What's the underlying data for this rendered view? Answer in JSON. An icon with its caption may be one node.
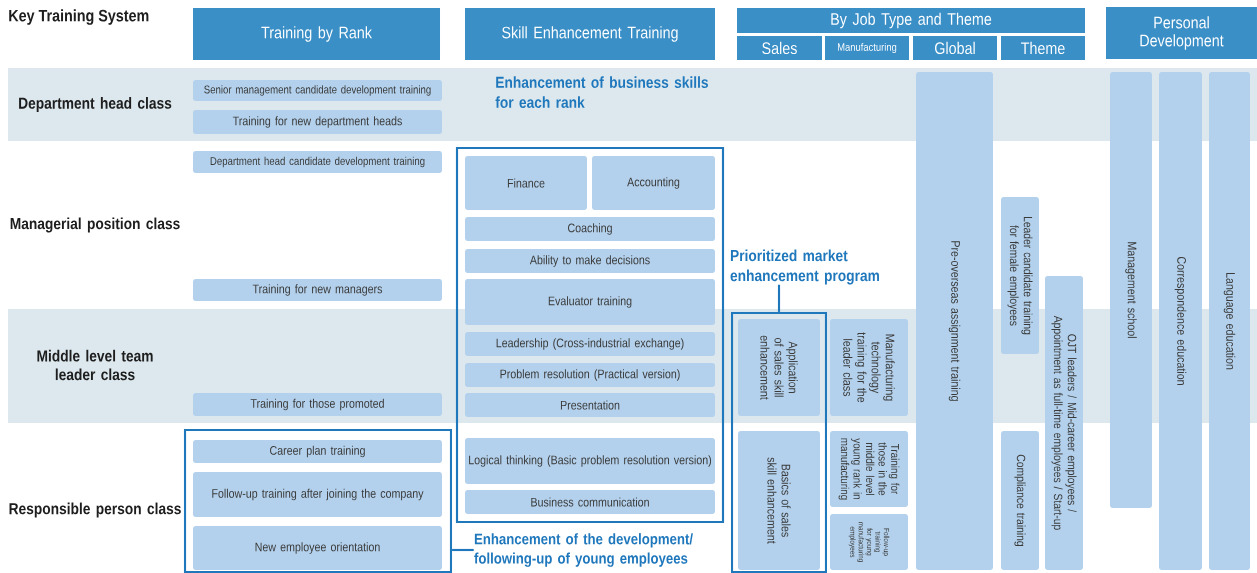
{
  "diagram": {
    "title": "Key Training System",
    "nodes": [
      {
        "text": [
          "Training by Rank"
        ]
      },
      {
        "text": [
          "Skill Enhancement Training"
        ]
      },
      {
        "text": [
          "By Job Type and Theme"
        ]
      },
      {
        "text": [
          "Sales"
        ]
      },
      {
        "text": [
          "Manufacturing"
        ]
      },
      {
        "text": [
          "Global"
        ]
      },
      {
        "text": [
          "Theme"
        ]
      },
      {
        "text": [
          "Personal Development"
        ]
      },
      {
        "text": [
          "Department head class"
        ]
      },
      {
        "text": [
          "Senior management candidate development training"
        ]
      },
      {
        "text": [
          "Training for new department heads"
        ]
      },
      {
        "text": [
          "Enhancement of business skills for each rank"
        ]
      },
      {
        "text": [
          "Finance"
        ],
        "in": 11
      },
      {
        "text": [
          "Accounting"
        ],
        "in": 11
      },
      {
        "text": [
          "Coaching"
        ],
        "in": 11
      },
      {
        "text": [
          "Ability to make decisions"
        ],
        "in": 11
      },
      {
        "text": [
          "Evaluator training"
        ],
        "in": 11
      },
      {
        "text": [
          "Leadership (Cross-industrial exchange)"
        ],
        "in": 11
      },
      {
        "text": [
          "Problem resolution (Practical version)"
        ],
        "in": 11
      },
      {
        "text": [
          "Presentation"
        ],
        "in": 11
      },
      {
        "text": [
          "Logical thinking (Basic problem resolution version)"
        ],
        "in": 11
      },
      {
        "text": [
          "Business communication"
        ],
        "in": 11
      },
      {
        "text": [
          "Pre-overseas assignment training"
        ]
      },
      {
        "text": [
          "Management school"
        ]
      },
      {
        "text": [
          "Correspondence education"
        ]
      },
      {
        "text": [
          "Language education"
        ]
      },
      {
        "text": [
          "Managerial position class"
        ]
      },
      {
        "text": [
          "Department head candidate development training"
        ]
      },
      {
        "text": [
          "Training for new managers"
        ]
      },
      {
        "text": [
          "Leader candidate training for female employees"
        ]
      },
      {
        "text": [
          "Prioritized market enhancement program"
        ]
      },
      {
        "text": [
          "OJT leaders / Mid-career employees / Appointment as full-time employees / Start-up"
        ]
      },
      {
        "text": [
          "Middle level team leader class"
        ]
      },
      {
        "text": [
          "Training for those promoted"
        ]
      },
      {
        "text": [],
        "shape": "box"
      },
      {
        "text": [
          "Application of sales skill enhancement"
        ],
        "in": 34
      },
      {
        "text": [
          "Manufacturing technology training for the leader class"
        ]
      },
      {
        "text": [
          "Responsible person class"
        ]
      },
      {
        "text": [],
        "shape": "box"
      },
      {
        "text": [
          "Career plan training"
        ],
        "in": 38
      },
      {
        "text": [
          "Follow-up training after joining the company"
        ],
        "in": 38
      },
      {
        "text": [
          "New employee orientation"
        ],
        "in": 38
      },
      {
        "text": [
          "Basics of sales skill enhancement"
        ],
        "in": 34
      },
      {
        "text": [
          "Training for those in the middle level young rank in manufacturing"
        ]
      },
      {
        "text": [
          "Follow-up training for young manufacturing employees"
        ]
      },
      {
        "text": [
          "Compliance training"
        ]
      },
      {
        "text": [
          "Enhancement of the development/ following-up of young employees"
        ]
      }
    ],
    "edges": [
      {
        "from": 46,
        "to": 38,
        "arrow": "none"
      },
      {
        "from": 30,
        "to": 34,
        "arrow": "none"
      }
    ]
  }
}
